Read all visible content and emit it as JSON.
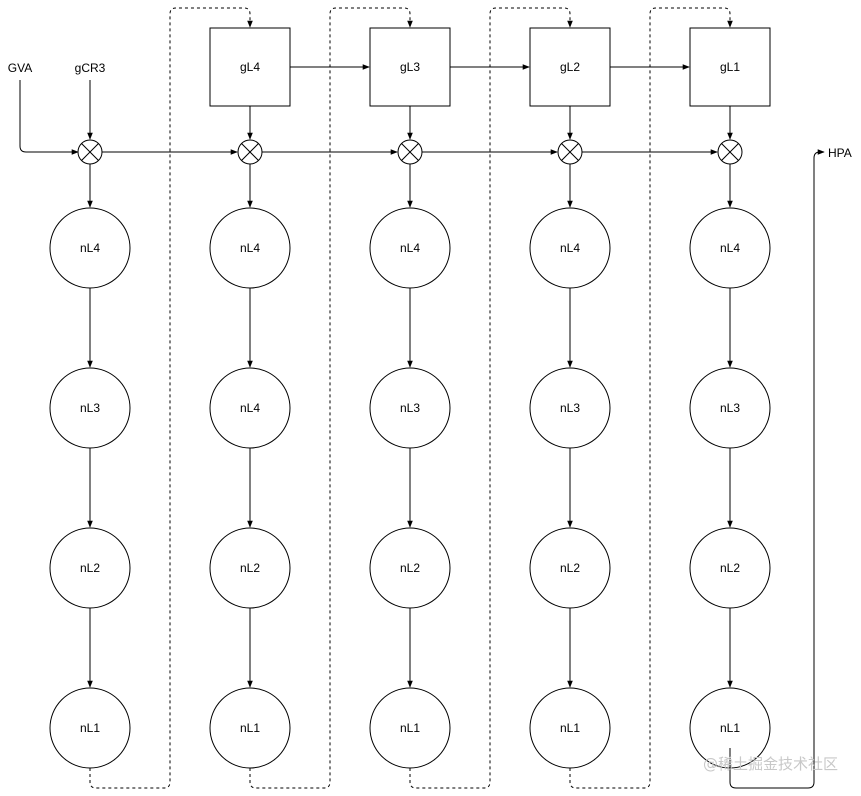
{
  "inputs": {
    "gva_label": "GVA",
    "gcr3_label": "gCR3"
  },
  "output": {
    "hpa_label": "HPA"
  },
  "guest_levels": [
    {
      "label": "gL4"
    },
    {
      "label": "gL3"
    },
    {
      "label": "gL2"
    },
    {
      "label": "gL1"
    }
  ],
  "walk_columns": [
    {
      "nodes": [
        "nL4",
        "nL3",
        "nL2",
        "nL1"
      ]
    },
    {
      "nodes": [
        "nL4",
        "nL4",
        "nL2",
        "nL1"
      ]
    },
    {
      "nodes": [
        "nL4",
        "nL3",
        "nL2",
        "nL1"
      ]
    },
    {
      "nodes": [
        "nL4",
        "nL3",
        "nL2",
        "nL1"
      ]
    },
    {
      "nodes": [
        "nL4",
        "nL3",
        "nL2",
        "nL1"
      ]
    }
  ],
  "combine_operator": "xor-circle",
  "colors": {
    "stroke": "#000000",
    "fill": "#ffffff",
    "watermark": "#c8c8c8"
  },
  "watermark": "@稀土掘金技术社区"
}
